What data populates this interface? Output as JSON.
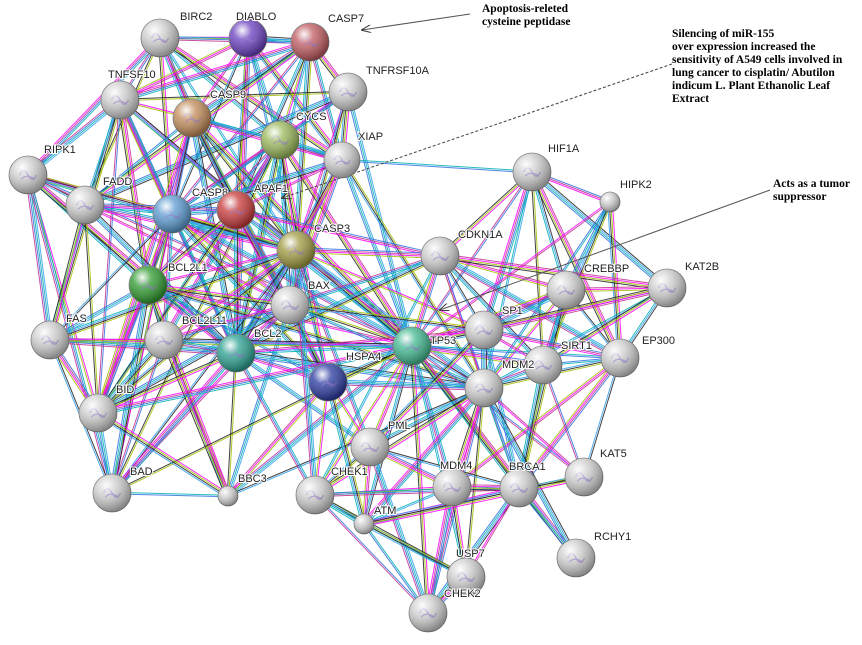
{
  "colors": {
    "edge_palette": [
      "#ff00ff",
      "#00b0b0",
      "#a0c000",
      "#3070e0",
      "#202020",
      "#c03090",
      "#30a0f0"
    ],
    "grey_node": "#cfcfcf"
  },
  "nodes": [
    {
      "id": "BIRC2",
      "label": "BIRC2",
      "color": "#cfcfcf"
    },
    {
      "id": "DIABLO",
      "label": "DIABLO",
      "color": "#6a3fc0"
    },
    {
      "id": "CASP7",
      "label": "CASP7",
      "color": "#c05a60"
    },
    {
      "id": "TNFRSF10A",
      "label": "TNFRSF10A",
      "color": "#cfcfcf"
    },
    {
      "id": "TNFSF10",
      "label": "TNFSF10",
      "color": "#cfcfcf"
    },
    {
      "id": "CASP9",
      "label": "CASP9",
      "color": "#c08a58"
    },
    {
      "id": "CYCS",
      "label": "CYCS",
      "color": "#9ab85a"
    },
    {
      "id": "XIAP",
      "label": "XIAP",
      "color": "#cfcfcf"
    },
    {
      "id": "RIPK1",
      "label": "RIPK1",
      "color": "#cfcfcf"
    },
    {
      "id": "FADD",
      "label": "FADD",
      "color": "#cfcfcf"
    },
    {
      "id": "CASP8",
      "label": "CASP8",
      "color": "#5a9ad0"
    },
    {
      "id": "APAF1",
      "label": "APAF1",
      "color": "#c83838"
    },
    {
      "id": "CASP3",
      "label": "CASP3",
      "color": "#a09a40"
    },
    {
      "id": "HIF1A",
      "label": "HIF1A",
      "color": "#cfcfcf"
    },
    {
      "id": "HIPK2",
      "label": "HIPK2",
      "color": "#cfcfcf"
    },
    {
      "id": "CDKN1A",
      "label": "CDKN1A",
      "color": "#cfcfcf"
    },
    {
      "id": "BCL2L1",
      "label": "BCL2L1",
      "color": "#2e9a2e"
    },
    {
      "id": "CREBBP",
      "label": "CREBBP",
      "color": "#cfcfcf"
    },
    {
      "id": "KAT2B",
      "label": "KAT2B",
      "color": "#cfcfcf"
    },
    {
      "id": "BAX",
      "label": "BAX",
      "color": "#cfcfcf"
    },
    {
      "id": "FAS",
      "label": "FAS",
      "color": "#cfcfcf"
    },
    {
      "id": "BCL2L11",
      "label": "BCL2L11",
      "color": "#cfcfcf"
    },
    {
      "id": "BCL2",
      "label": "BCL2",
      "color": "#2aa090"
    },
    {
      "id": "TP53",
      "label": "TP53",
      "color": "#40b890"
    },
    {
      "id": "SP1",
      "label": "SP1",
      "color": "#cfcfcf"
    },
    {
      "id": "EP300",
      "label": "EP300",
      "color": "#cfcfcf"
    },
    {
      "id": "HSPA4",
      "label": "HSPA4",
      "color": "#2a3aa0"
    },
    {
      "id": "SIRT1",
      "label": "SIRT1",
      "color": "#cfcfcf"
    },
    {
      "id": "MDM2",
      "label": "MDM2",
      "color": "#cfcfcf"
    },
    {
      "id": "BID",
      "label": "BID",
      "color": "#cfcfcf"
    },
    {
      "id": "PML",
      "label": "PML",
      "color": "#cfcfcf"
    },
    {
      "id": "BAD",
      "label": "BAD",
      "color": "#cfcfcf"
    },
    {
      "id": "BBC3",
      "label": "BBC3",
      "color": "#cfcfcf"
    },
    {
      "id": "CHEK1",
      "label": "CHEK1",
      "color": "#cfcfcf"
    },
    {
      "id": "MDM4",
      "label": "MDM4",
      "color": "#cfcfcf"
    },
    {
      "id": "BRCA1",
      "label": "BRCA1",
      "color": "#cfcfcf"
    },
    {
      "id": "KAT5",
      "label": "KAT5",
      "color": "#cfcfcf"
    },
    {
      "id": "ATM",
      "label": "ATM",
      "color": "#cfcfcf"
    },
    {
      "id": "RCHY1",
      "label": "RCHY1",
      "color": "#cfcfcf"
    },
    {
      "id": "USP7",
      "label": "USP7",
      "color": "#cfcfcf"
    },
    {
      "id": "CHEK2",
      "label": "CHEK2",
      "color": "#cfcfcf"
    }
  ],
  "edges": [
    [
      "BIRC2",
      "DIABLO"
    ],
    [
      "BIRC2",
      "CASP7"
    ],
    [
      "BIRC2",
      "CASP9"
    ],
    [
      "BIRC2",
      "TNFSF10"
    ],
    [
      "BIRC2",
      "CYCS"
    ],
    [
      "BIRC2",
      "XIAP"
    ],
    [
      "BIRC2",
      "CASP3"
    ],
    [
      "BIRC2",
      "CASP8"
    ],
    [
      "BIRC2",
      "RIPK1"
    ],
    [
      "BIRC2",
      "FADD"
    ],
    [
      "BIRC2",
      "APAF1"
    ],
    [
      "DIABLO",
      "CASP7"
    ],
    [
      "DIABLO",
      "CASP9"
    ],
    [
      "DIABLO",
      "CYCS"
    ],
    [
      "DIABLO",
      "XIAP"
    ],
    [
      "DIABLO",
      "CASP3"
    ],
    [
      "DIABLO",
      "APAF1"
    ],
    [
      "DIABLO",
      "BCL2"
    ],
    [
      "DIABLO",
      "CASP8"
    ],
    [
      "DIABLO",
      "TNFSF10"
    ],
    [
      "CASP7",
      "CASP9"
    ],
    [
      "CASP7",
      "CYCS"
    ],
    [
      "CASP7",
      "XIAP"
    ],
    [
      "CASP7",
      "CASP3"
    ],
    [
      "CASP7",
      "CASP8"
    ],
    [
      "CASP7",
      "APAF1"
    ],
    [
      "CASP7",
      "TNFRSF10A"
    ],
    [
      "CASP7",
      "BCL2"
    ],
    [
      "CASP7",
      "FADD"
    ],
    [
      "CASP7",
      "TNFSF10"
    ],
    [
      "TNFRSF10A",
      "TNFSF10"
    ],
    [
      "TNFRSF10A",
      "CASP8"
    ],
    [
      "TNFRSF10A",
      "FADD"
    ],
    [
      "TNFRSF10A",
      "CASP3"
    ],
    [
      "TNFRSF10A",
      "TP53"
    ],
    [
      "TNFRSF10A",
      "XIAP"
    ],
    [
      "TNFRSF10A",
      "CYCS"
    ],
    [
      "TNFRSF10A",
      "BAX"
    ],
    [
      "TNFSF10",
      "CASP8"
    ],
    [
      "TNFSF10",
      "FADD"
    ],
    [
      "TNFSF10",
      "CASP3"
    ],
    [
      "TNFSF10",
      "RIPK1"
    ],
    [
      "TNFSF10",
      "CASP9"
    ],
    [
      "TNFSF10",
      "BCL2"
    ],
    [
      "TNFSF10",
      "FAS"
    ],
    [
      "TNFSF10",
      "BID"
    ],
    [
      "TNFSF10",
      "TP53"
    ],
    [
      "TNFSF10",
      "BCL2L1"
    ],
    [
      "CASP9",
      "CYCS"
    ],
    [
      "CASP9",
      "APAF1"
    ],
    [
      "CASP9",
      "XIAP"
    ],
    [
      "CASP9",
      "CASP3"
    ],
    [
      "CASP9",
      "CASP8"
    ],
    [
      "CASP9",
      "BCL2"
    ],
    [
      "CASP9",
      "BCL2L1"
    ],
    [
      "CASP9",
      "BAX"
    ],
    [
      "CASP9",
      "TP53"
    ],
    [
      "CASP9",
      "FADD"
    ],
    [
      "CASP9",
      "HSPA4"
    ],
    [
      "CASP9",
      "BID"
    ],
    [
      "CASP9",
      "BAD"
    ],
    [
      "CYCS",
      "APAF1"
    ],
    [
      "CYCS",
      "XIAP"
    ],
    [
      "CYCS",
      "CASP3"
    ],
    [
      "CYCS",
      "CASP8"
    ],
    [
      "CYCS",
      "BCL2"
    ],
    [
      "CYCS",
      "BCL2L1"
    ],
    [
      "CYCS",
      "BAX"
    ],
    [
      "CYCS",
      "TP53"
    ],
    [
      "CYCS",
      "BID"
    ],
    [
      "CYCS",
      "HSPA4"
    ],
    [
      "CYCS",
      "BCL2L11"
    ],
    [
      "CYCS",
      "BAD"
    ],
    [
      "XIAP",
      "CASP3"
    ],
    [
      "XIAP",
      "CASP8"
    ],
    [
      "XIAP",
      "APAF1"
    ],
    [
      "XIAP",
      "TP53"
    ],
    [
      "XIAP",
      "BCL2"
    ],
    [
      "XIAP",
      "HIF1A"
    ],
    [
      "XIAP",
      "MDM2"
    ],
    [
      "XIAP",
      "BAX"
    ],
    [
      "RIPK1",
      "FADD"
    ],
    [
      "RIPK1",
      "CASP8"
    ],
    [
      "RIPK1",
      "FAS"
    ],
    [
      "RIPK1",
      "BID"
    ],
    [
      "RIPK1",
      "BAD"
    ],
    [
      "RIPK1",
      "CASP3"
    ],
    [
      "RIPK1",
      "TP53"
    ],
    [
      "RIPK1",
      "BCL2L1"
    ],
    [
      "RIPK1",
      "BCL2"
    ],
    [
      "FADD",
      "CASP8"
    ],
    [
      "FADD",
      "FAS"
    ],
    [
      "FADD",
      "CASP3"
    ],
    [
      "FADD",
      "BID"
    ],
    [
      "FADD",
      "APAF1"
    ],
    [
      "FADD",
      "BCL2"
    ],
    [
      "FADD",
      "BAX"
    ],
    [
      "CASP8",
      "APAF1"
    ],
    [
      "CASP8",
      "CASP3"
    ],
    [
      "CASP8",
      "BCL2"
    ],
    [
      "CASP8",
      "BCL2L1"
    ],
    [
      "CASP8",
      "BID"
    ],
    [
      "CASP8",
      "FAS"
    ],
    [
      "CASP8",
      "BAX"
    ],
    [
      "CASP8",
      "TP53"
    ],
    [
      "CASP8",
      "BAD"
    ],
    [
      "CASP8",
      "BCL2L11"
    ],
    [
      "CASP8",
      "HSPA4"
    ],
    [
      "APAF1",
      "CASP3"
    ],
    [
      "APAF1",
      "BCL2"
    ],
    [
      "APAF1",
      "BAX"
    ],
    [
      "APAF1",
      "TP53"
    ],
    [
      "APAF1",
      "BCL2L1"
    ],
    [
      "APAF1",
      "HSPA4"
    ],
    [
      "APAF1",
      "BID"
    ],
    [
      "APAF1",
      "CDKN1A"
    ],
    [
      "CASP3",
      "BCL2"
    ],
    [
      "CASP3",
      "BCL2L1"
    ],
    [
      "CASP3",
      "BAX"
    ],
    [
      "CASP3",
      "TP53"
    ],
    [
      "CASP3",
      "HSPA4"
    ],
    [
      "CASP3",
      "BID"
    ],
    [
      "CASP3",
      "CDKN1A"
    ],
    [
      "CASP3",
      "BAD"
    ],
    [
      "CASP3",
      "BCL2L11"
    ],
    [
      "CASP3",
      "MDM2"
    ],
    [
      "CASP3",
      "SP1"
    ],
    [
      "CASP3",
      "PML"
    ],
    [
      "CASP3",
      "FAS"
    ],
    [
      "HIF1A",
      "TP53"
    ],
    [
      "HIF1A",
      "CREBBP"
    ],
    [
      "HIF1A",
      "EP300"
    ],
    [
      "HIF1A",
      "MDM2"
    ],
    [
      "HIF1A",
      "CDKN1A"
    ],
    [
      "HIF1A",
      "SP1"
    ],
    [
      "HIF1A",
      "SIRT1"
    ],
    [
      "HIF1A",
      "HIPK2"
    ],
    [
      "HIF1A",
      "KAT2B"
    ],
    [
      "HIPK2",
      "TP53"
    ],
    [
      "HIPK2",
      "CREBBP"
    ],
    [
      "HIPK2",
      "EP300"
    ],
    [
      "HIPK2",
      "MDM2"
    ],
    [
      "HIPK2",
      "SIRT1"
    ],
    [
      "CDKN1A",
      "TP53"
    ],
    [
      "CDKN1A",
      "SP1"
    ],
    [
      "CDKN1A",
      "CREBBP"
    ],
    [
      "CDKN1A",
      "EP300"
    ],
    [
      "CDKN1A",
      "MDM2"
    ],
    [
      "CDKN1A",
      "BAX"
    ],
    [
      "CDKN1A",
      "BCL2"
    ],
    [
      "CDKN1A",
      "BRCA1"
    ],
    [
      "CDKN1A",
      "SIRT1"
    ],
    [
      "CDKN1A",
      "KAT2B"
    ],
    [
      "CDKN1A",
      "CHEK1"
    ],
    [
      "BCL2L1",
      "BAX"
    ],
    [
      "BCL2L1",
      "BCL2"
    ],
    [
      "BCL2L1",
      "BCL2L11"
    ],
    [
      "BCL2L1",
      "BID"
    ],
    [
      "BCL2L1",
      "BAD"
    ],
    [
      "BCL2L1",
      "TP53"
    ],
    [
      "BCL2L1",
      "FAS"
    ],
    [
      "BCL2L1",
      "BBC3"
    ],
    [
      "BCL2L1",
      "HSPA4"
    ],
    [
      "BCL2L1",
      "MDM2"
    ],
    [
      "CREBBP",
      "TP53"
    ],
    [
      "CREBBP",
      "EP300"
    ],
    [
      "CREBBP",
      "KAT2B"
    ],
    [
      "CREBBP",
      "SP1"
    ],
    [
      "CREBBP",
      "MDM2"
    ],
    [
      "CREBBP",
      "SIRT1"
    ],
    [
      "CREBBP",
      "BRCA1"
    ],
    [
      "KAT2B",
      "TP53"
    ],
    [
      "KAT2B",
      "EP300"
    ],
    [
      "KAT2B",
      "SP1"
    ],
    [
      "KAT2B",
      "MDM2"
    ],
    [
      "KAT2B",
      "SIRT1"
    ],
    [
      "BAX",
      "BCL2"
    ],
    [
      "BAX",
      "TP53"
    ],
    [
      "BAX",
      "BCL2L11"
    ],
    [
      "BAX",
      "BID"
    ],
    [
      "BAX",
      "BAD"
    ],
    [
      "BAX",
      "BBC3"
    ],
    [
      "BAX",
      "HSPA4"
    ],
    [
      "BAX",
      "MDM2"
    ],
    [
      "BAX",
      "SP1"
    ],
    [
      "FAS",
      "BID"
    ],
    [
      "FAS",
      "BAD"
    ],
    [
      "FAS",
      "TP53"
    ],
    [
      "FAS",
      "BCL2"
    ],
    [
      "FAS",
      "BCL2L11"
    ],
    [
      "BCL2L11",
      "BCL2"
    ],
    [
      "BCL2L11",
      "BID"
    ],
    [
      "BCL2L11",
      "BAD"
    ],
    [
      "BCL2L11",
      "TP53"
    ],
    [
      "BCL2L11",
      "BBC3"
    ],
    [
      "BCL2",
      "TP53"
    ],
    [
      "BCL2",
      "BID"
    ],
    [
      "BCL2",
      "BAD"
    ],
    [
      "BCL2",
      "BBC3"
    ],
    [
      "BCL2",
      "HSPA4"
    ],
    [
      "BCL2",
      "MDM2"
    ],
    [
      "BCL2",
      "SP1"
    ],
    [
      "BCL2",
      "PML"
    ],
    [
      "TP53",
      "SP1"
    ],
    [
      "TP53",
      "EP300"
    ],
    [
      "TP53",
      "HSPA4"
    ],
    [
      "TP53",
      "SIRT1"
    ],
    [
      "TP53",
      "MDM2"
    ],
    [
      "TP53",
      "PML"
    ],
    [
      "TP53",
      "BBC3"
    ],
    [
      "TP53",
      "CHEK1"
    ],
    [
      "TP53",
      "MDM4"
    ],
    [
      "TP53",
      "BRCA1"
    ],
    [
      "TP53",
      "KAT5"
    ],
    [
      "TP53",
      "ATM"
    ],
    [
      "TP53",
      "RCHY1"
    ],
    [
      "TP53",
      "USP7"
    ],
    [
      "TP53",
      "CHEK2"
    ],
    [
      "TP53",
      "BID"
    ],
    [
      "TP53",
      "BAD"
    ],
    [
      "SP1",
      "EP300"
    ],
    [
      "SP1",
      "MDM2"
    ],
    [
      "SP1",
      "SIRT1"
    ],
    [
      "SP1",
      "BRCA1"
    ],
    [
      "SP1",
      "PML"
    ],
    [
      "EP300",
      "SIRT1"
    ],
    [
      "EP300",
      "MDM2"
    ],
    [
      "EP300",
      "BRCA1"
    ],
    [
      "EP300",
      "KAT5"
    ],
    [
      "EP300",
      "MDM4"
    ],
    [
      "HSPA4",
      "MDM2"
    ],
    [
      "HSPA4",
      "PML"
    ],
    [
      "SIRT1",
      "MDM2"
    ],
    [
      "SIRT1",
      "BRCA1"
    ],
    [
      "SIRT1",
      "KAT5"
    ],
    [
      "MDM2",
      "PML"
    ],
    [
      "MDM2",
      "MDM4"
    ],
    [
      "MDM2",
      "BRCA1"
    ],
    [
      "MDM2",
      "CHEK1"
    ],
    [
      "MDM2",
      "ATM"
    ],
    [
      "MDM2",
      "USP7"
    ],
    [
      "MDM2",
      "CHEK2"
    ],
    [
      "MDM2",
      "RCHY1"
    ],
    [
      "MDM2",
      "KAT5"
    ],
    [
      "BID",
      "BAD"
    ],
    [
      "BID",
      "BBC3"
    ],
    [
      "BAD",
      "BBC3"
    ],
    [
      "PML",
      "CHEK1"
    ],
    [
      "PML",
      "MDM4"
    ],
    [
      "PML",
      "BRCA1"
    ],
    [
      "PML",
      "ATM"
    ],
    [
      "PML",
      "CHEK2"
    ],
    [
      "CHEK1",
      "MDM4"
    ],
    [
      "CHEK1",
      "BRCA1"
    ],
    [
      "CHEK1",
      "ATM"
    ],
    [
      "CHEK1",
      "CHEK2"
    ],
    [
      "CHEK1",
      "USP7"
    ],
    [
      "MDM4",
      "BRCA1"
    ],
    [
      "MDM4",
      "ATM"
    ],
    [
      "MDM4",
      "USP7"
    ],
    [
      "MDM4",
      "CHEK2"
    ],
    [
      "BRCA1",
      "KAT5"
    ],
    [
      "BRCA1",
      "ATM"
    ],
    [
      "BRCA1",
      "CHEK2"
    ],
    [
      "BRCA1",
      "USP7"
    ],
    [
      "BRCA1",
      "RCHY1"
    ],
    [
      "KAT5",
      "ATM"
    ],
    [
      "ATM",
      "CHEK2"
    ],
    [
      "ATM",
      "USP7"
    ],
    [
      "USP7",
      "CHEK2"
    ],
    [
      "BBC3",
      "MDM2"
    ],
    [
      "BBC3",
      "HSPA4"
    ],
    [
      "CASP3",
      "CHEK1"
    ],
    [
      "HSPA4",
      "CHEK1"
    ],
    [
      "BCL2",
      "CHEK1"
    ],
    [
      "HSPA4",
      "ATM"
    ]
  ],
  "annotations": {
    "apoptosis": {
      "lines": [
        "Apoptosis-releted",
        "cysteine peptidase"
      ]
    },
    "silencing": {
      "lines": [
        "Silencing of miR-155",
        "over expression increased the",
        "sensitivity of A549 cells involved in",
        "lung cancer to cisplatin/ Abutilon",
        "indicum L. Plant Ethanolic Leaf",
        "Extract"
      ]
    },
    "tumor": {
      "lines": [
        "Acts as a tumor",
        "suppressor"
      ]
    }
  }
}
